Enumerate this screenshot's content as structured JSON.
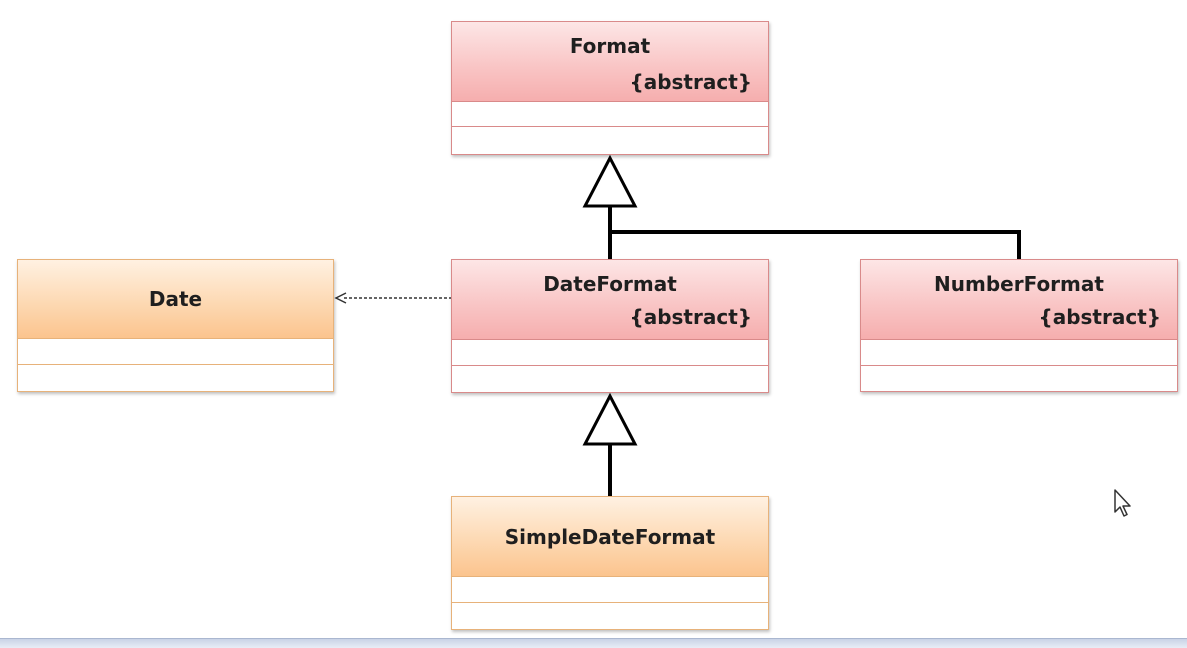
{
  "classes": {
    "format": {
      "name": "Format",
      "stereotype": "{abstract}"
    },
    "date": {
      "name": "Date"
    },
    "date_format": {
      "name": "DateFormat",
      "stereotype": "{abstract}"
    },
    "number_format": {
      "name": "NumberFormat",
      "stereotype": "{abstract}"
    },
    "simple_date_format": {
      "name": "SimpleDateFormat"
    }
  },
  "colors": {
    "abstract_class_fill": "#f9c6c6",
    "concrete_class_fill": "#fdd9b3",
    "line": "#000000"
  },
  "icons": {
    "cursor": "mouse-pointer-icon"
  }
}
